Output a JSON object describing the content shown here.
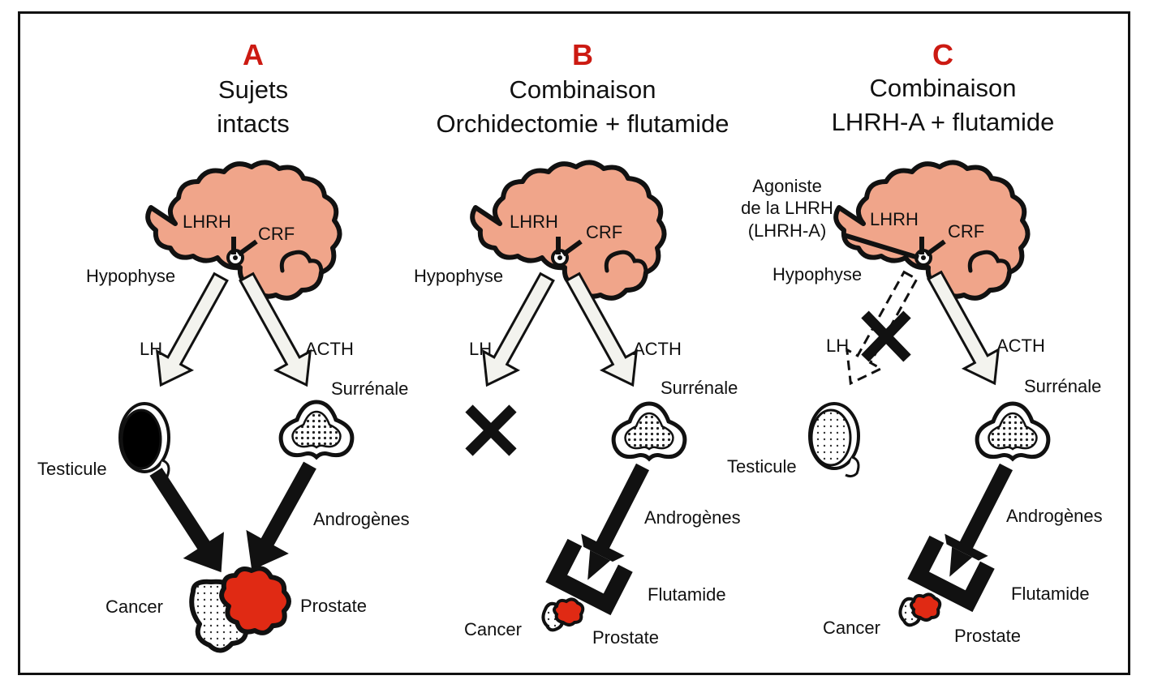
{
  "colors": {
    "letter": "#cc1a12",
    "brain_fill": "#f0a58a",
    "prostate_cancer": "#e02a14",
    "outline": "#111111",
    "hormone_arrow_fill": "#f3f3ee"
  },
  "panels": [
    {
      "id": "A",
      "letter": "A",
      "title_line1": "Sujets",
      "title_line2": "intacts",
      "labels": {
        "lhrh": "LHRH",
        "crf": "CRF",
        "hypophyse": "Hypophyse",
        "lh": "LH",
        "acth": "ACTH",
        "surrenale": "Surrénale",
        "testicule": "Testicule",
        "androgenes": "Androgènes",
        "cancer": "Cancer",
        "prostate": "Prostate"
      }
    },
    {
      "id": "B",
      "letter": "B",
      "title_line1": "Combinaison",
      "title_line2": "Orchidectomie + flutamide",
      "labels": {
        "lhrh": "LHRH",
        "crf": "CRF",
        "hypophyse": "Hypophyse",
        "lh": "LH",
        "acth": "ACTH",
        "surrenale": "Surrénale",
        "androgenes": "Androgènes",
        "flutamide": "Flutamide",
        "cancer": "Cancer",
        "prostate": "Prostate"
      }
    },
    {
      "id": "C",
      "letter": "C",
      "title_line1": "Combinaison",
      "title_line2": "LHRH-A + flutamide",
      "labels": {
        "agoniste_line1": "Agoniste",
        "agoniste_line2": "de la LHRH",
        "agoniste_line3": "(LHRH-A)",
        "lhrh": "LHRH",
        "crf": "CRF",
        "hypophyse": "Hypophyse",
        "lh": "LH",
        "acth": "ACTH",
        "surrenale": "Surrénale",
        "testicule": "Testicule",
        "androgenes": "Androgènes",
        "flutamide": "Flutamide",
        "cancer": "Cancer",
        "prostate": "Prostate"
      }
    }
  ]
}
